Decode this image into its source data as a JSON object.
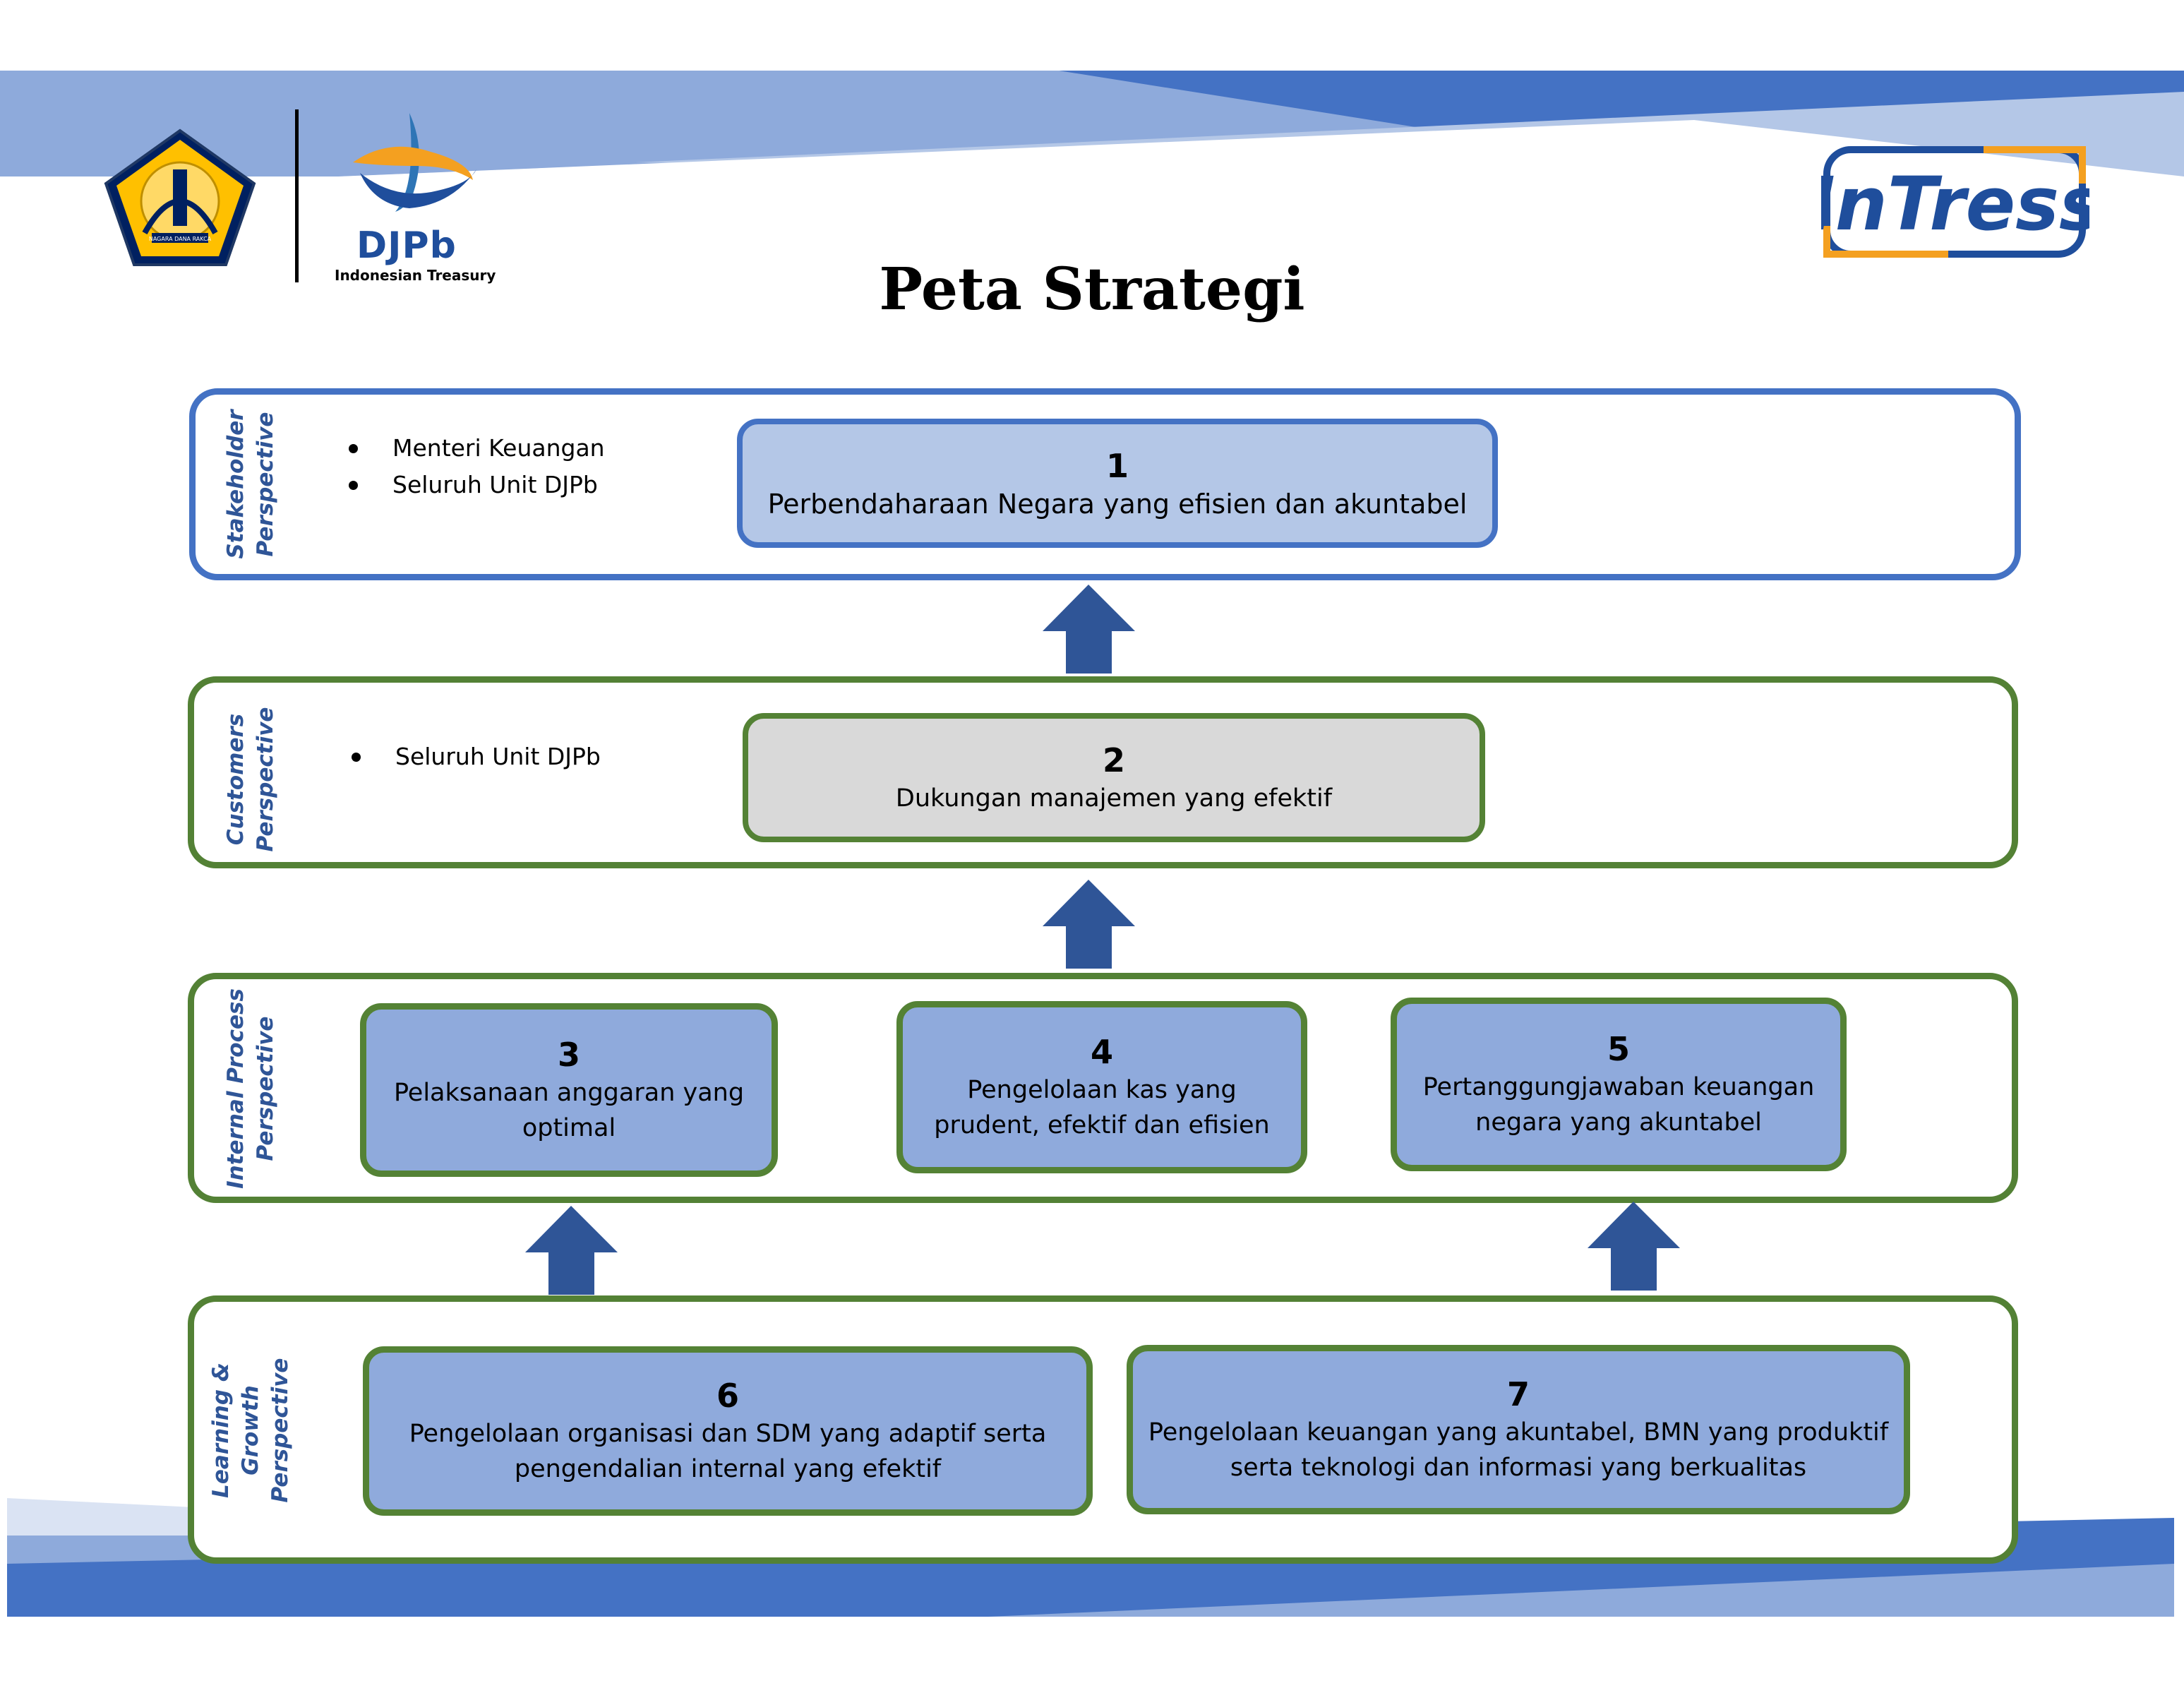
{
  "title": "Peta Strategi",
  "logos": {
    "kemenkeu_text": "NAGARA DANA RAKCA",
    "djpb_name": "DJPb",
    "djpb_sub": "Indonesian Treasury",
    "intress": "InTress"
  },
  "perspectives": [
    {
      "label_line1": "Stakeholder",
      "label_line2": "Perspective",
      "bullets": [
        "Menteri Keuangan",
        "Seluruh Unit DJPb"
      ],
      "objectives": [
        {
          "number": "1",
          "text": "Perbendaharaan Negara yang efisien dan akuntabel"
        }
      ]
    },
    {
      "label_line1": "Customers",
      "label_line2": "Perspective",
      "bullets": [
        "Seluruh Unit DJPb"
      ],
      "objectives": [
        {
          "number": "2",
          "text": "Dukungan manajemen yang efektif"
        }
      ]
    },
    {
      "label_line1": "Internal Process",
      "label_line2": "Perspective",
      "objectives": [
        {
          "number": "3",
          "text_line1": "Pelaksanaan anggaran yang",
          "text_line2": "optimal"
        },
        {
          "number": "4",
          "text_line1": "Pengelolaan kas yang",
          "text_line2": "prudent, efektif dan efisien"
        },
        {
          "number": "5",
          "text_line1": "Pertanggungjawaban keuangan",
          "text_line2": "negara yang akuntabel"
        }
      ]
    },
    {
      "label_line1": "Learning & Growth",
      "label_line2": "Perspective",
      "objectives": [
        {
          "number": "6",
          "text_line1": "Pengelolaan organisasi dan SDM yang adaptif serta",
          "text_line2": "pengendalian internal yang efektif"
        },
        {
          "number": "7",
          "text_line1": "Pengelolaan keuangan yang akuntabel, BMN yang produktif",
          "text_line2": "serta teknologi dan informasi yang berkualitas"
        }
      ]
    }
  ],
  "colors": {
    "blue_border": "#4472c4",
    "green_border": "#538135",
    "box_light_blue": "#b4c7e7",
    "box_gray": "#d9d9d9",
    "box_blue": "#8faadc",
    "arrow": "#2f5597"
  }
}
